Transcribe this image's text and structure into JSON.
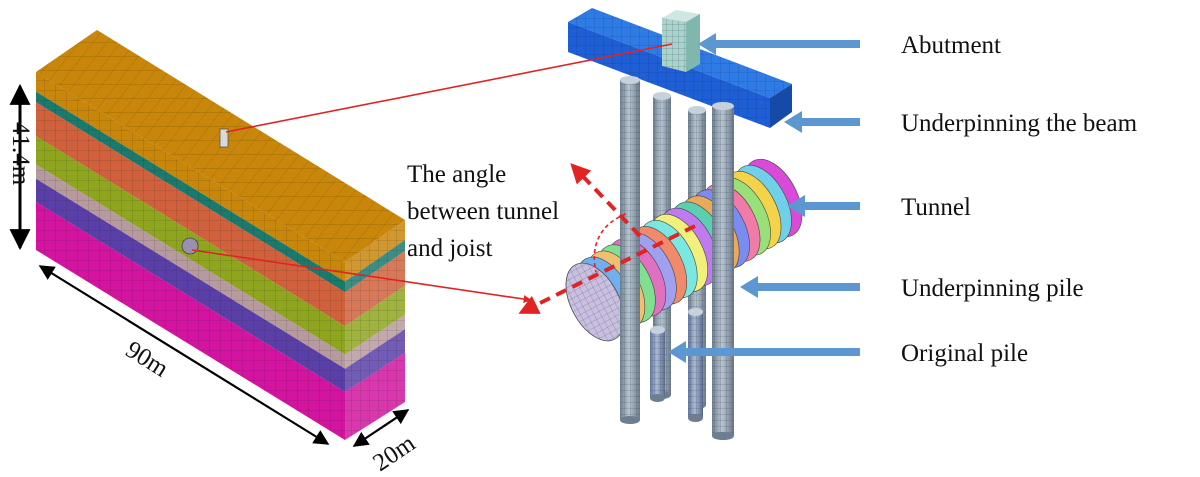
{
  "dimensions": {
    "height": "41.4m",
    "length": "90m",
    "width": "20m"
  },
  "angle_label": {
    "line1": "The angle",
    "line2": "between tunnel",
    "line3": "and joist"
  },
  "callouts": [
    "Abutment",
    "Underpinning the beam",
    "Tunnel",
    "Underpinning pile",
    "Original pile"
  ],
  "colors": {
    "soil_top": "#C8860A",
    "soil_layers": [
      "#1A7A6E",
      "#D0613C",
      "#8FA51E",
      "#B79A9E",
      "#5A3FA8",
      "#D414A0"
    ],
    "beam": "#1F5FD6",
    "abutment": "#A9D3CC",
    "pile": "#8E9FB0",
    "callout_arrow": "#5C97D1",
    "leader_line": "#E02424",
    "angle_arrow": "#E02424"
  }
}
